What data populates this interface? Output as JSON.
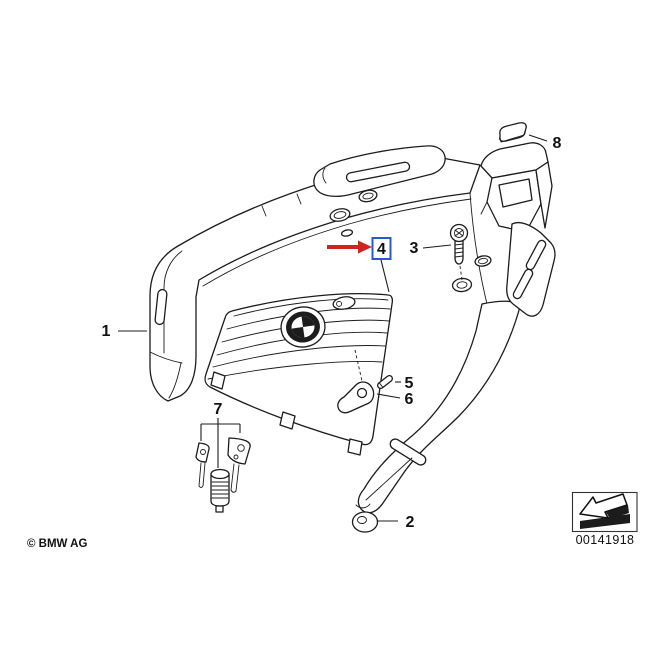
{
  "colors": {
    "line": "#1c1c1c",
    "arrow_red": "#d02420",
    "highlight_blue": "#2b5ac8",
    "background": "#ffffff"
  },
  "callouts": [
    {
      "label": "1"
    },
    {
      "label": "2"
    },
    {
      "label": "3"
    },
    {
      "label": "4"
    },
    {
      "label": "5"
    },
    {
      "label": "6"
    },
    {
      "label": "7"
    },
    {
      "label": "8"
    }
  ],
  "highlighted_callout": "4",
  "annotations": {
    "copyright": "© BMW AG",
    "diagram_id": "00141918"
  },
  "icons": {
    "emblem": "bmw-roundel",
    "nav": "direction-arrow"
  }
}
